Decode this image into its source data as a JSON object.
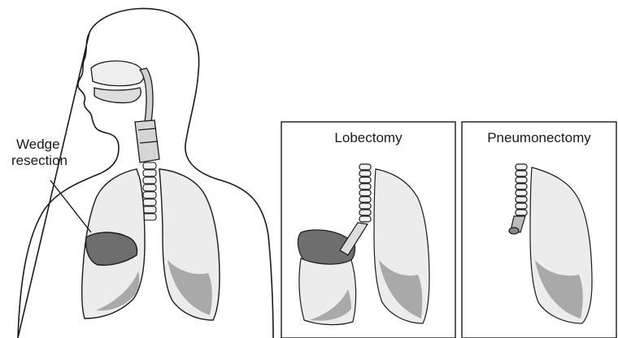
{
  "labels": {
    "wedge_resection_line1": "Wedge",
    "wedge_resection_line2": "resection",
    "lobectomy": "Lobectomy",
    "pneumonectomy": "Pneumonectomy"
  },
  "colors": {
    "outline": "#1a1a1a",
    "lung_fill": "#e8e8e8",
    "lung_shade": "#a9a9a9",
    "removed_tissue": "#6e6e6e",
    "background": "#ffffff"
  }
}
